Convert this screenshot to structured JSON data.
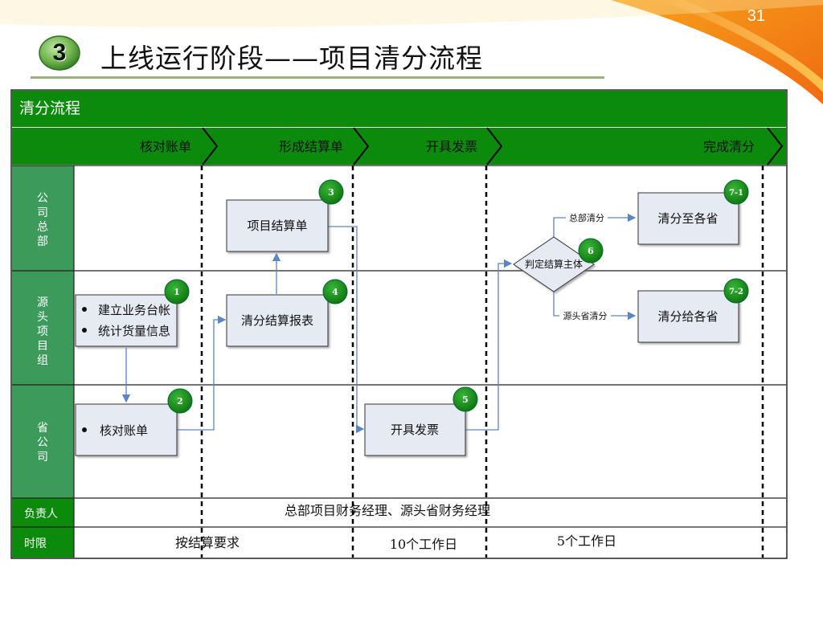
{
  "slide": {
    "page_number": "31",
    "section_number": "3",
    "title": "上线运行阶段——项目清分流程"
  },
  "diagram": {
    "header_title": "清分流程",
    "phases": [
      "核对账单",
      "形成结算单",
      "开具发票",
      "完成清分"
    ],
    "lanes": [
      {
        "label": "公司总部",
        "chars": [
          "公",
          "司",
          "总",
          "部"
        ]
      },
      {
        "label": "源头项目组",
        "chars": [
          "源",
          "头",
          "项",
          "目",
          "组"
        ]
      },
      {
        "label": "省公司",
        "chars": [
          "省",
          "公",
          "司"
        ]
      }
    ],
    "boxes": {
      "b1_items": [
        "建立业务台帐",
        "统计货量信息"
      ],
      "b2_item": "核对账单",
      "b3": "项目结算单",
      "b4": "清分结算报表",
      "b5": "开具发票",
      "b7_1": "清分至各省",
      "b7_2": "清分给各省"
    },
    "decision": "判定结算主体",
    "badges": {
      "b1": "1",
      "b2": "2",
      "b3": "3",
      "b4": "4",
      "b5": "5",
      "b6": "6",
      "b7_1": "7-1",
      "b7_2": "7-2"
    },
    "branch_labels": {
      "top": "总部清分",
      "bottom": "源头省清分"
    },
    "footer": {
      "owner_label": "负责人",
      "owner_text": "总部项目财务经理、源头省财务经理",
      "deadline_label": "时限",
      "deadlines": [
        "按结算要求",
        "10个工作日",
        "5个工作日"
      ]
    },
    "colors": {
      "green": "#0b8a0b",
      "lane_green": "#3c9a5b",
      "box_fill": "#e6eaf3",
      "arrow": "#5a86c7"
    }
  }
}
